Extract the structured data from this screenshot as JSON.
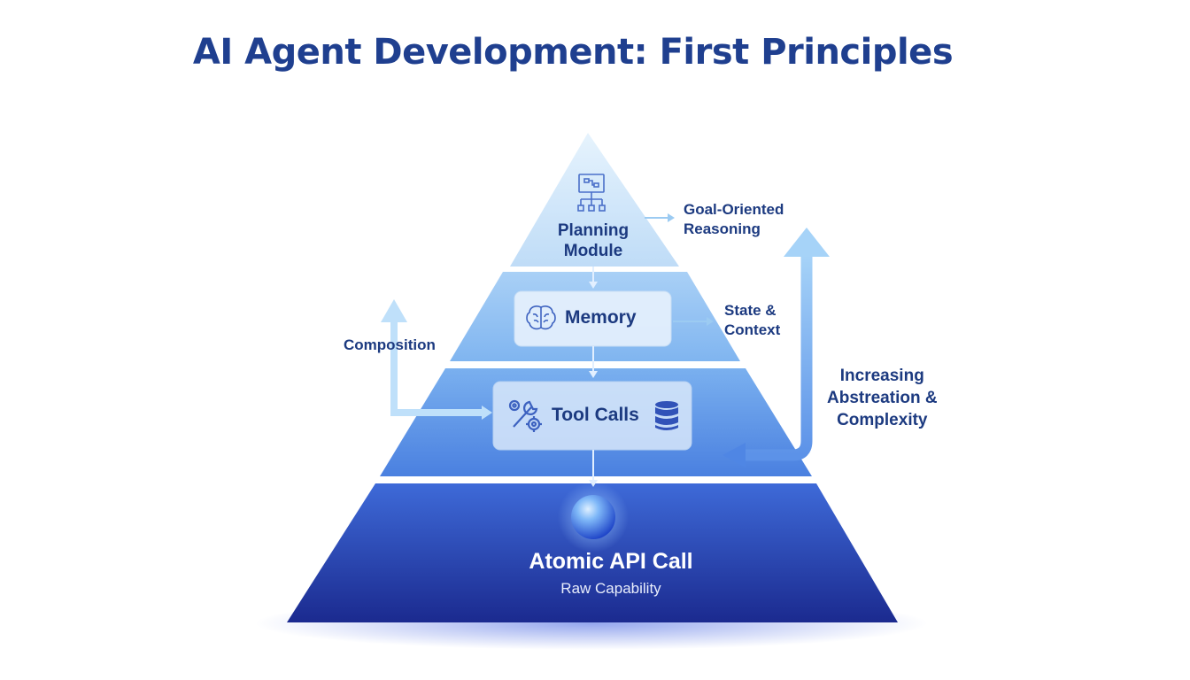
{
  "title": "AI Agent Development: First Principles",
  "layers": {
    "planning": {
      "label": "Planning Module",
      "icon": "flowchart-icon"
    },
    "memory": {
      "label": "Memory",
      "icon": "brain-icon"
    },
    "tool_calls": {
      "label": "Tool Calls",
      "icons": [
        "wrench-gear-icon",
        "database-icon"
      ]
    },
    "atomic": {
      "label": "Atomic API Call",
      "sublabel": "Raw Capability",
      "icon": "sphere-icon"
    }
  },
  "annotations": {
    "goal_line1": "Goal-Oriented",
    "goal_line2": "Reasoning",
    "state_line1": "State &",
    "state_line2": "Context",
    "composition": "Composition",
    "abstraction_line1": "Increasing",
    "abstraction_line2": "Abstreation &",
    "abstraction_line3": "Complexity"
  },
  "colors": {
    "title": "#1f3f8f",
    "tier_top": "#cfe6fb",
    "tier_bottom": "#1a2e8f",
    "arrow": "#7fb7f2"
  }
}
